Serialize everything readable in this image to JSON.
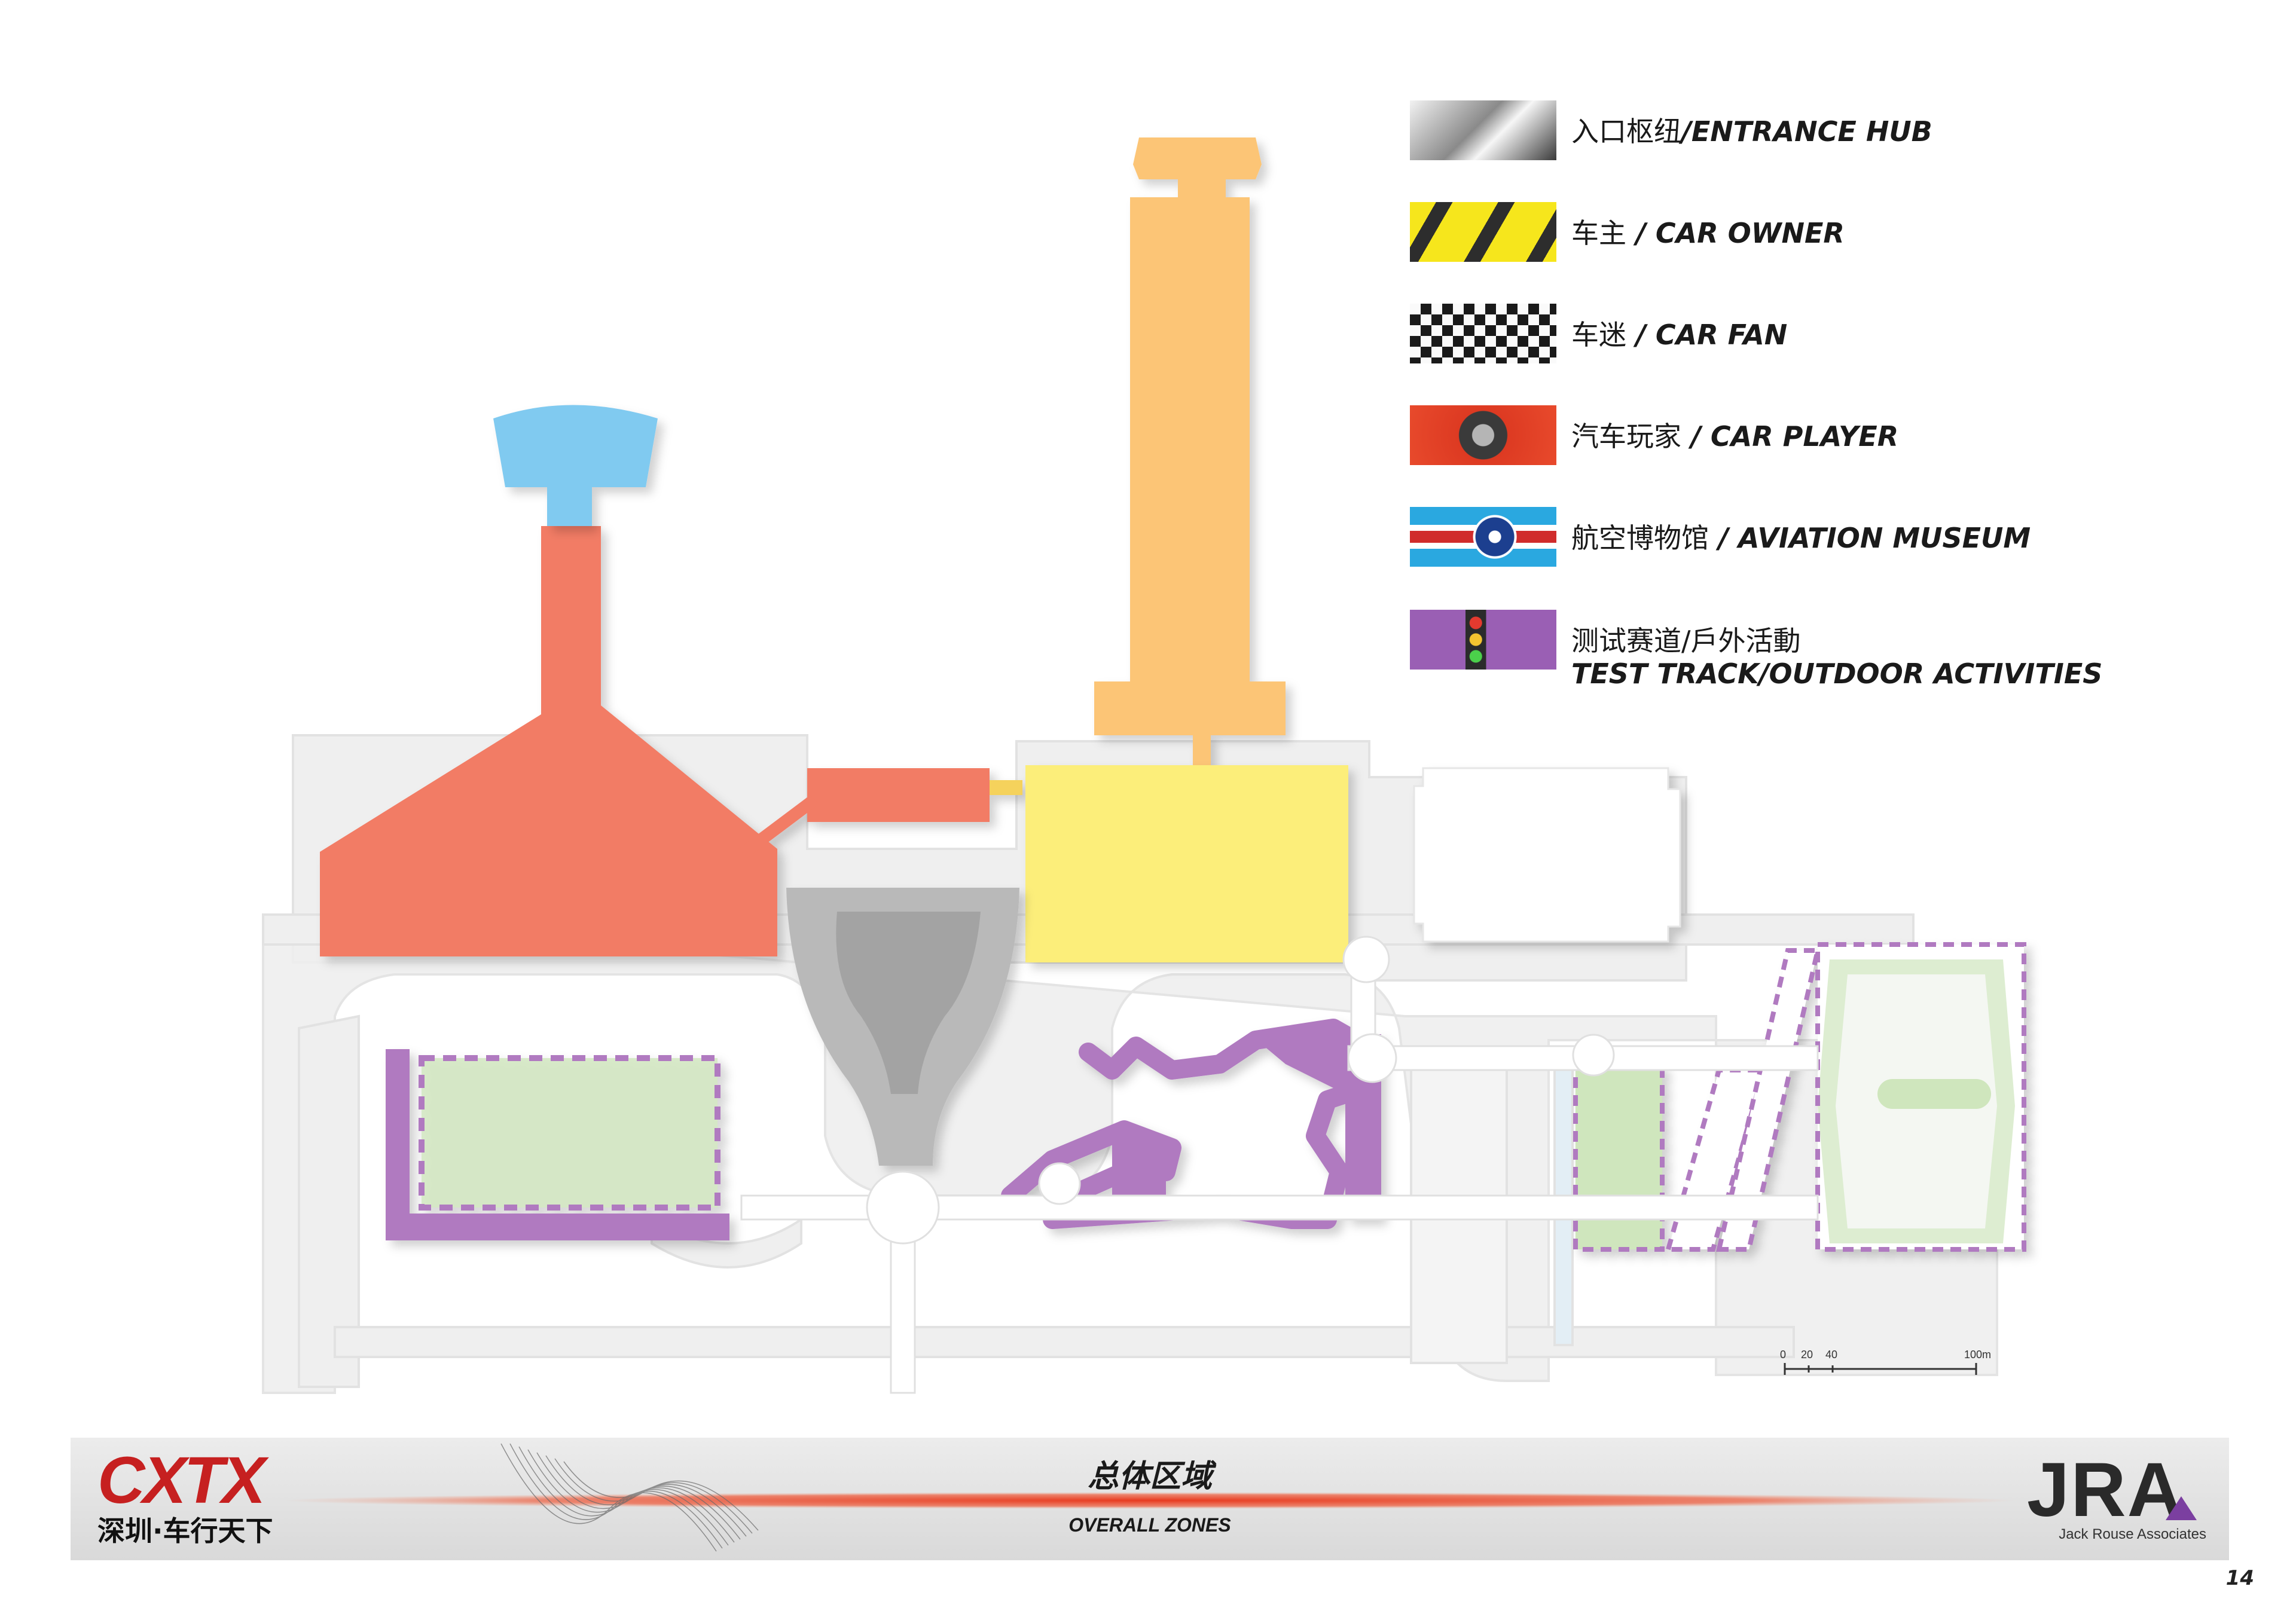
{
  "legend": {
    "items": [
      {
        "zh": "入口枢纽",
        "sep": "/",
        "en": "ENTRANCE HUB",
        "color": "#c8c8c8",
        "icon": "sports-car-icon"
      },
      {
        "zh": "车主",
        "sep": " / ",
        "en": "CAR OWNER",
        "color": "#f5e64b",
        "icon": "tire-tracks-icon"
      },
      {
        "zh": "车迷",
        "sep": " / ",
        "en": "CAR FAN",
        "color": "#fbbf5e",
        "icon": "checkered-flag-icon"
      },
      {
        "zh": "汽车玩家",
        "sep": " / ",
        "en": "CAR PLAYER",
        "color": "#ef6c5a",
        "icon": "wheel-icon"
      },
      {
        "zh": "航空博物馆",
        "sep": " / ",
        "en": "AVIATION MUSEUM",
        "color": "#7ecbf2",
        "icon": "aircraft-roundel-icon"
      },
      {
        "zh": "测试赛道/戶外活動",
        "sep": "",
        "en": "TEST TRACK/OUTDOOR ACTIVITIES",
        "color": "#b07ac0",
        "icon": "traffic-light-icon"
      }
    ]
  },
  "scale_bar": {
    "ticks": [
      "0",
      "20",
      "40",
      "100m"
    ]
  },
  "footer": {
    "title_zh": "总体区域",
    "title_en": "OVERALL ZONES",
    "left_logo": {
      "main": "CXTX",
      "sub": "深圳·车行天下"
    },
    "right_logo": {
      "main": "JRA",
      "sub": "Jack Rouse Associates"
    }
  },
  "page_number": "14",
  "colors": {
    "entrance_hub": "#b9b9b9",
    "car_owner": "#fcee7a",
    "car_fan": "#fcc576",
    "car_player": "#f27c65",
    "aviation": "#80caf0",
    "test_track": "#b07ac0",
    "green_space": "#cfe6bd",
    "road": "#efefef",
    "accent_red": "#e83a1f",
    "accent_purple": "#7b3fa0"
  }
}
